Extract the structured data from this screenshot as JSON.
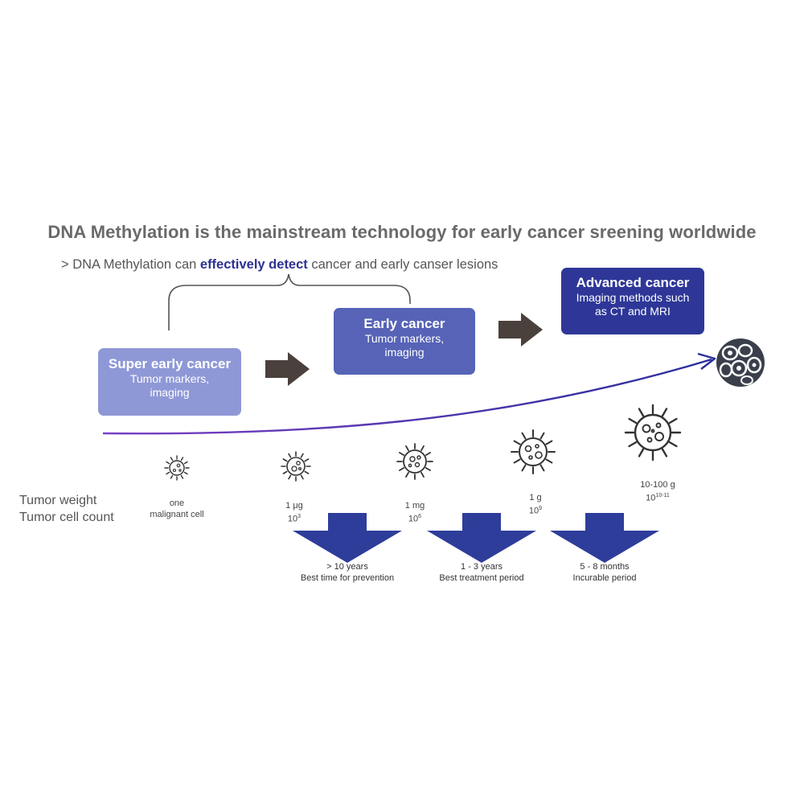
{
  "title": "DNA Methylation is the mainstream technology for early cancer sreening worldwide",
  "subtitle": {
    "prefix": ">  DNA Methylation can ",
    "emphasis": "effectively detect",
    "suffix": " cancer and early canser lesions"
  },
  "stages": [
    {
      "title": "Super early cancer",
      "desc_line1": "Tumor markers,",
      "desc_line2": "imaging",
      "color": "#8f98d6"
    },
    {
      "title": "Early cancer",
      "desc_line1": "Tumor markers,",
      "desc_line2": "imaging",
      "color": "#5663b7"
    },
    {
      "title": "Advanced cancer",
      "desc_line1": "Imaging methods such",
      "desc_line2": "as CT and MRI",
      "color": "#2e3797"
    }
  ],
  "axis_labels": {
    "weight": "Tumor weight",
    "count": "Tumor cell count"
  },
  "cells": [
    {
      "line1": "one",
      "line2": "malignant cell",
      "exp": ""
    },
    {
      "line1": "1 μg",
      "line2": "10",
      "exp": "3"
    },
    {
      "line1": "1 mg",
      "line2": "10",
      "exp": "6"
    },
    {
      "line1": "1 g",
      "line2": "10",
      "exp": "9"
    },
    {
      "line1": "10-100 g",
      "line2": "10",
      "exp": "10-11"
    }
  ],
  "periods": [
    {
      "time": "> 10 years",
      "label": "Best time for prevention"
    },
    {
      "time": "1 - 3 years",
      "label": "Best treatment period"
    },
    {
      "time": "5 - 8 months",
      "label": "Incurable period"
    }
  ],
  "colors": {
    "arrow_gray": "#4a403c",
    "down_arrow": "#2e3d9a",
    "growth_curve_start": "#7b3fc4",
    "growth_curve_end": "#2a2f9a",
    "title_gray": "#6a6a6a",
    "emphasis": "#2e3192",
    "tumor": "#3a3f4b"
  }
}
